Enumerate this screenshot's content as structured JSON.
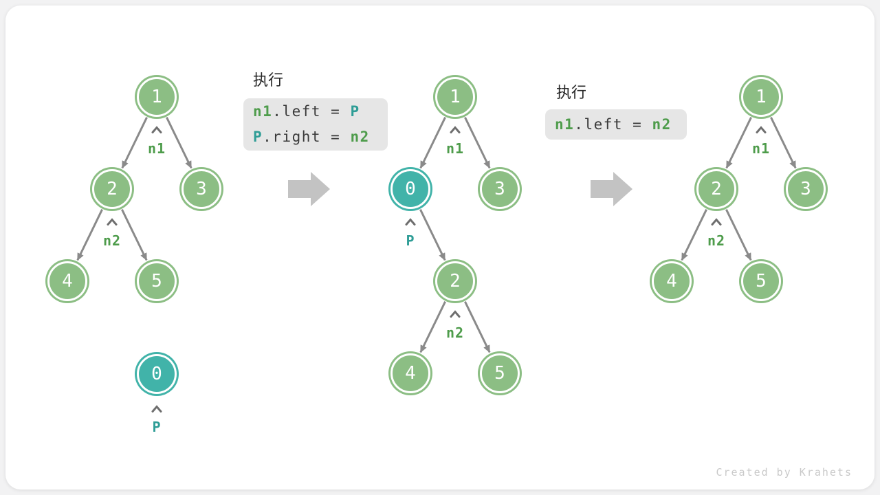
{
  "watermark": "Created by Krahets",
  "colors": {
    "node_green": "#8CBE84",
    "node_teal": "#41B3A9",
    "pointer_green": "#4E9C4B",
    "pointer_teal": "#2E9D96",
    "edge_gray": "#8A8A8A",
    "step_arrow_gray": "#C3C3C3",
    "code_background": "#E6E6E6"
  },
  "steps": [
    {
      "label": "执行",
      "code_lines": [
        {
          "kw1": "n1",
          "mid": ".left = ",
          "kw2": "P"
        },
        {
          "kw1": "P",
          "mid": ".right = ",
          "kw2": "n2"
        }
      ]
    },
    {
      "label": "执行",
      "code_lines": [
        {
          "kw1": "n1",
          "mid": ".left = ",
          "kw2": "n2"
        }
      ]
    }
  ],
  "trees": [
    {
      "name": "before-insertion",
      "nodes": [
        {
          "value": "1"
        },
        {
          "value": "2"
        },
        {
          "value": "3"
        },
        {
          "value": "4"
        },
        {
          "value": "5"
        },
        {
          "value": "0"
        }
      ],
      "pointers": [
        {
          "label": "n1"
        },
        {
          "label": "n2"
        },
        {
          "label": "P"
        }
      ],
      "edges": [
        {
          "from": "1",
          "to": "2"
        },
        {
          "from": "1",
          "to": "3"
        },
        {
          "from": "2",
          "to": "4"
        },
        {
          "from": "2",
          "to": "5"
        }
      ]
    },
    {
      "name": "after-step-1",
      "nodes": [
        {
          "value": "1"
        },
        {
          "value": "0"
        },
        {
          "value": "3"
        },
        {
          "value": "2"
        },
        {
          "value": "4"
        },
        {
          "value": "5"
        }
      ],
      "pointers": [
        {
          "label": "n1"
        },
        {
          "label": "P"
        },
        {
          "label": "n2"
        }
      ],
      "edges": [
        {
          "from": "1",
          "to": "0"
        },
        {
          "from": "1",
          "to": "3"
        },
        {
          "from": "0",
          "to": "2"
        },
        {
          "from": "2",
          "to": "4"
        },
        {
          "from": "2",
          "to": "5"
        }
      ]
    },
    {
      "name": "after-step-2",
      "nodes": [
        {
          "value": "1"
        },
        {
          "value": "2"
        },
        {
          "value": "3"
        },
        {
          "value": "4"
        },
        {
          "value": "5"
        }
      ],
      "pointers": [
        {
          "label": "n1"
        },
        {
          "label": "n2"
        }
      ],
      "edges": [
        {
          "from": "1",
          "to": "2"
        },
        {
          "from": "1",
          "to": "3"
        },
        {
          "from": "2",
          "to": "4"
        },
        {
          "from": "2",
          "to": "5"
        }
      ]
    }
  ]
}
